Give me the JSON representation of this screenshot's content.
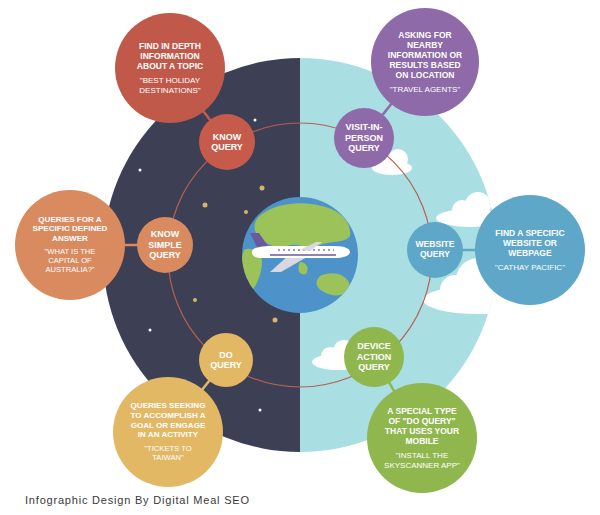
{
  "diagram": {
    "caption": "Infographic Design By Digital Meal SEO",
    "nodes": [
      {
        "text": [
          "FIND IN DEPTH INFORMATION ABOUT A TOPIC",
          "\"BEST HOLIDAY DESTINATIONS\""
        ]
      },
      {
        "text": [
          "KNOW QUERY"
        ]
      },
      {
        "text": [
          "ASKING FOR NEARBY INFORMATION OR RESULTS BASED ON LOCATION",
          "\"TRAVEL AGENTS\""
        ]
      },
      {
        "text": [
          "VISIT-IN-PERSON QUERY"
        ]
      },
      {
        "text": [
          "QUERIES FOR A SPECIFIC DEFINED ANSWER",
          "\"WHAT IS THE CAPITAL OF AUSTRALIA?\""
        ]
      },
      {
        "text": [
          "KNOW SIMPLE QUERY"
        ]
      },
      {
        "text": [
          "WEBSITE QUERY"
        ]
      },
      {
        "text": [
          "FIND A SPECIFIC WEBSITE OR WEBPAGE",
          "\"CATHAY PACIFIC\""
        ]
      },
      {
        "text": [
          "DO QUERY"
        ]
      },
      {
        "text": [
          "DEVICE ACTION QUERY"
        ]
      },
      {
        "text": [
          "QUERIES SEEKING TO ACCOMPLISH A GOAL OR ENGAGE IN AN ACTIVITY",
          "\"TICKETS TO TAIWAN\""
        ]
      },
      {
        "text": [
          "A SPECIAL TYPE OF \"DO QUERY\" THAT USES YOUR MOBILE",
          "\"INSTALL THE SKYSCANNER APP\""
        ]
      }
    ],
    "edges": [
      {
        "from": 1,
        "to": 0,
        "arrow": "none"
      },
      {
        "from": 3,
        "to": 2,
        "arrow": "none"
      },
      {
        "from": 5,
        "to": 4,
        "arrow": "none"
      },
      {
        "from": 6,
        "to": 7,
        "arrow": "none"
      },
      {
        "from": 8,
        "to": 10,
        "arrow": "none"
      },
      {
        "from": 9,
        "to": 11,
        "arrow": "none"
      }
    ]
  }
}
